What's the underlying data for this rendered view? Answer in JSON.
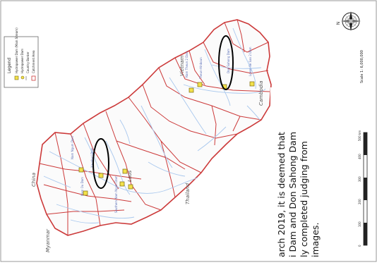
{
  "legend": {
    "title": "Legend",
    "items": [
      "Hydropower Dam (Main Stream)",
      "Hydropower Dam",
      "Country Border",
      "Catchment Area"
    ]
  },
  "countries": [
    "China",
    "Myanmar",
    "Laos",
    "Thailand",
    "Vietnam",
    "Cambodia"
  ],
  "dam_labels": [
    "Nam Theun 2 Dam",
    "Theun-Hinboun",
    "Xayaburi Dam",
    "Don Sahong Dam",
    "Lower Se San 2 Dam",
    "Nam Ngum Dam",
    "Nam Ou Dam",
    "Southern Nam Ngum Dam"
  ],
  "scale_text": "Scale 1: 6,000,000",
  "scale_ticks": [
    "0",
    "100",
    "200",
    "300",
    "400",
    "500 km"
  ],
  "north_label": "N",
  "caption_lines": [
    "arch 2019, it is deemed that",
    "i Dam and Don Sahong Dam",
    "ly completed judging from",
    "images."
  ],
  "colors": {
    "catchment": "#cc3a3a",
    "river": "#a9c8ee",
    "dam_fill": "#f2e14a",
    "dam_stroke": "#7a6a10",
    "highlight": "#000000",
    "text": "#222222",
    "country_label": "#555555",
    "dam_label": "#5b6fb8"
  }
}
